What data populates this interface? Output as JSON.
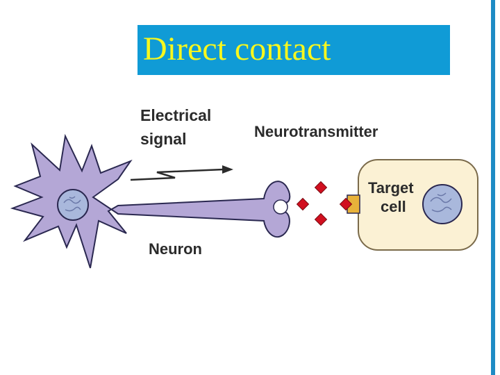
{
  "slide": {
    "title": "Direct contact"
  },
  "diagram": {
    "labels": {
      "electrical_signal_line1": "Electrical",
      "electrical_signal_line2": "signal",
      "neurotransmitter": "Neurotransmitter",
      "neuron": "Neuron",
      "target_cell_line1": "Target",
      "target_cell_line2": "cell"
    },
    "colors": {
      "title_background": "#109bd6",
      "title_text": "#f7f71e",
      "neuron_fill": "#b4a7d6",
      "neuron_stroke": "#2a2850",
      "target_cell_fill": "#fbf1d4",
      "target_cell_stroke": "#7a6a4a",
      "neurotransmitter": "#d10f1f",
      "receptor": "#e8b23a",
      "accent_bar": "#1e8bc4"
    }
  }
}
